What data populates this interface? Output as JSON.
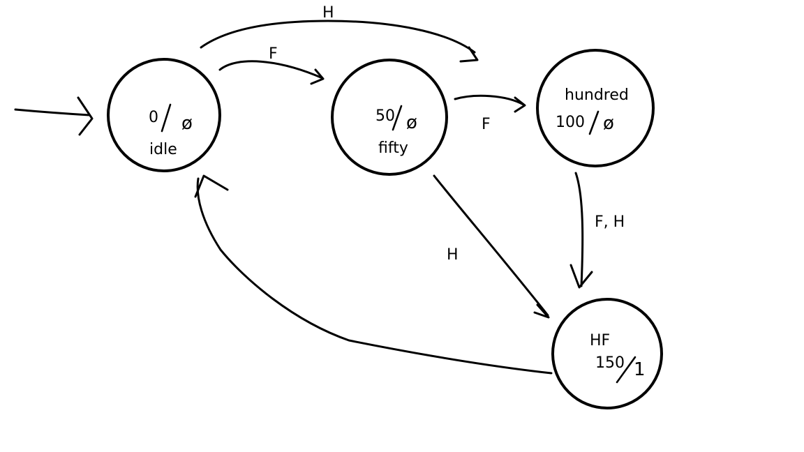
{
  "diagram": {
    "type": "finite-state-machine",
    "states": [
      {
        "id": "idle",
        "name": "idle",
        "value": "0",
        "output": "ø",
        "initial": true
      },
      {
        "id": "fifty",
        "name": "fifty",
        "value": "50",
        "output": "ø"
      },
      {
        "id": "hundred",
        "name": "hundred",
        "value": "100",
        "output": "ø"
      },
      {
        "id": "hf",
        "name": "HF",
        "value": "150",
        "output": "1"
      }
    ],
    "transitions": [
      {
        "from": "idle",
        "to": "hundred",
        "label": "H"
      },
      {
        "from": "idle",
        "to": "fifty",
        "label": "F"
      },
      {
        "from": "fifty",
        "to": "hundred",
        "label": "F"
      },
      {
        "from": "fifty",
        "to": "hf",
        "label": "H"
      },
      {
        "from": "hundred",
        "to": "hf",
        "label": "F, H"
      },
      {
        "from": "hf",
        "to": "idle",
        "label": ""
      }
    ]
  }
}
